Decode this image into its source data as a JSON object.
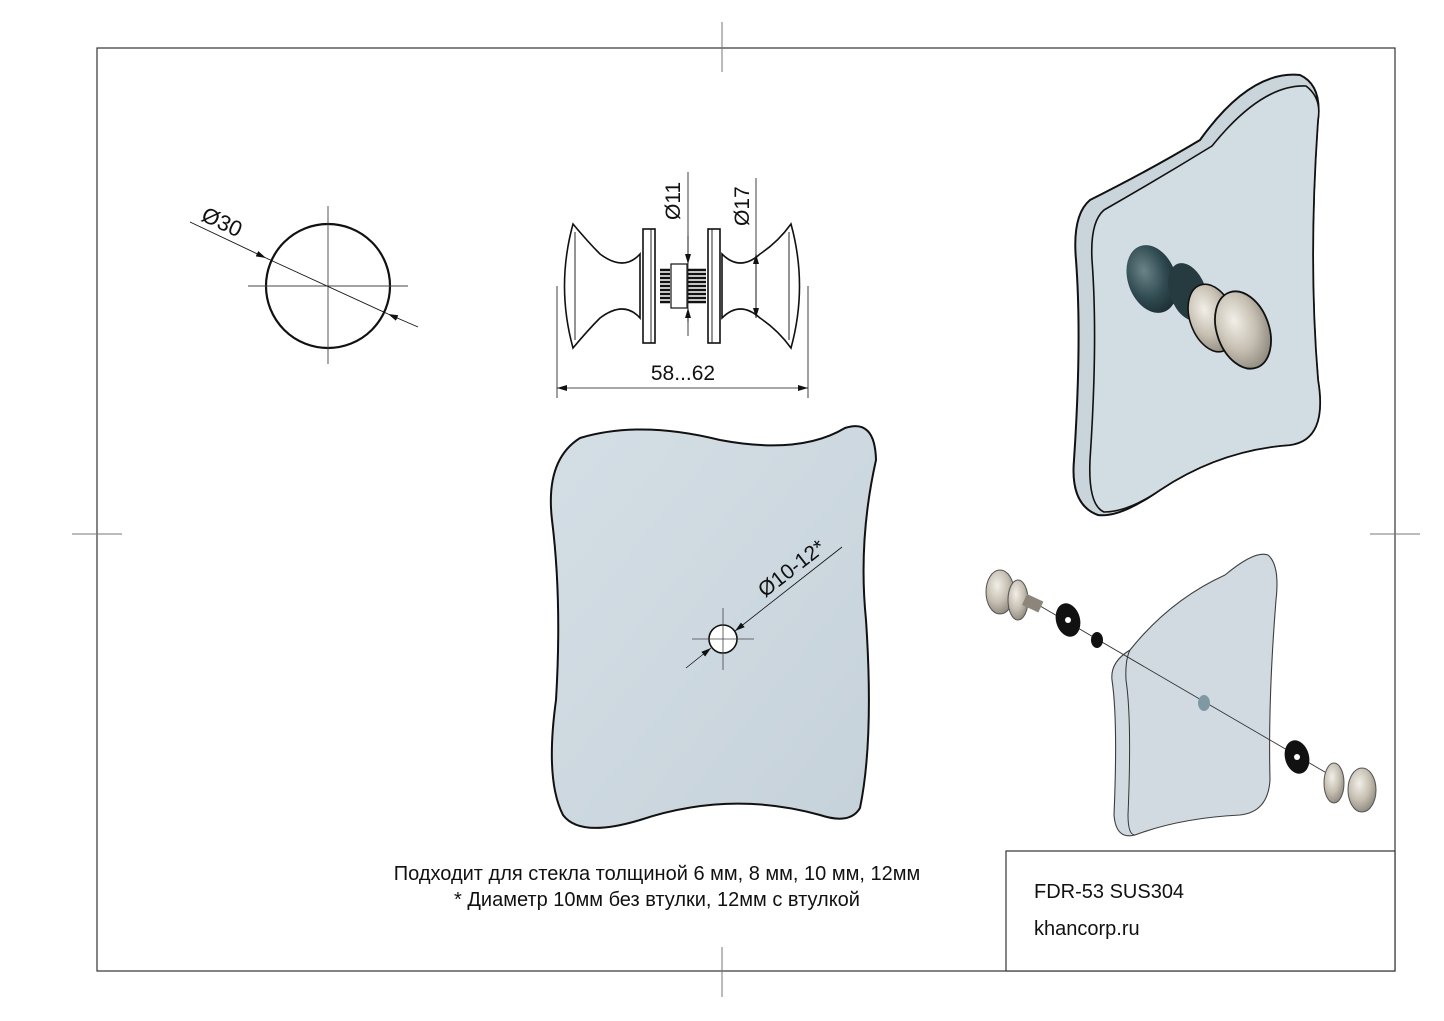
{
  "drawing": {
    "dimensions": {
      "knob_diameter": "Ø30",
      "thread_diameter": "Ø11",
      "neck_diameter": "Ø17",
      "overall_length": "58...62",
      "hole_diameter": "Ø10-12*"
    },
    "notes": {
      "glass_thickness": "Подходит для стекла толщиной 6 мм, 8 мм, 10 мм, 12мм",
      "footnote": "* Диаметр 10мм без втулки, 12мм с втулкой"
    },
    "title_block": {
      "product_code": "FDR-53 SUS304",
      "website": "khancorp.ru"
    },
    "colors": {
      "glass": "#cbd6de",
      "line": "#111111",
      "knob_metal": "#c9c3b8",
      "gasket": "#1a1a1a",
      "dark_knob": "#2f4a50"
    }
  }
}
